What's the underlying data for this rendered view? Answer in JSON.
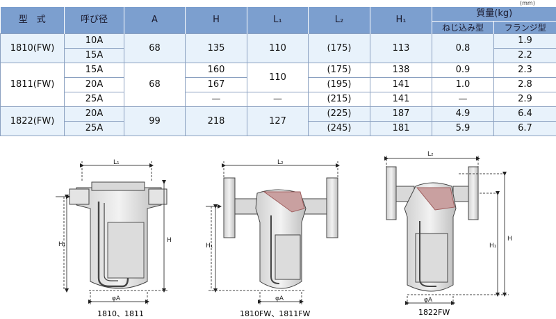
{
  "unit": "(mm)",
  "header": {
    "model": "型　式",
    "bore": "呼び径",
    "a": "A",
    "h": "H",
    "l1": "L₁",
    "l2": "L₂",
    "h1": "H₁",
    "mass": "質量(kg)",
    "mass_screw": "ねじ込み型",
    "mass_flange": "フランジ型"
  },
  "rows": [
    {
      "model": "1810(FW)",
      "bore": "10A",
      "a": "68",
      "h": "135",
      "l1": "110",
      "l2": "(175)",
      "h1": "113",
      "screw": "0.8",
      "flange": "1.9"
    },
    {
      "bore": "15A",
      "flange": "2.2"
    },
    {
      "model": "1811(FW)",
      "bore": "15A",
      "a": "68",
      "h": "160",
      "l1": "110",
      "l2": "(175)",
      "h1": "138",
      "screw": "0.9",
      "flange": "2.3"
    },
    {
      "bore": "20A",
      "h": "167",
      "l2": "(195)",
      "h1": "141",
      "screw": "1.0",
      "flange": "2.8"
    },
    {
      "bore": "25A",
      "h": "—",
      "l1": "—",
      "l2": "(215)",
      "h1": "141",
      "screw": "—",
      "flange": "2.9"
    },
    {
      "model": "1822(FW)",
      "bore": "20A",
      "a": "99",
      "h": "218",
      "l1": "127",
      "l2": "(225)",
      "h1": "187",
      "screw": "4.9",
      "flange": "6.4"
    },
    {
      "bore": "25A",
      "l2": "(245)",
      "h1": "181",
      "screw": "5.9",
      "flange": "6.7"
    }
  ],
  "figures": {
    "fig1": {
      "label": "1810、1811",
      "l": "L₁",
      "h": "H",
      "h1": "H₁",
      "a": "φA"
    },
    "fig2": {
      "label": "1810FW、1811FW",
      "l": "L₂",
      "h1": "H₁",
      "a": "φA"
    },
    "fig3": {
      "label": "1822FW",
      "l": "L₂",
      "h": "H",
      "h1": "H₁",
      "a": "φA"
    }
  }
}
